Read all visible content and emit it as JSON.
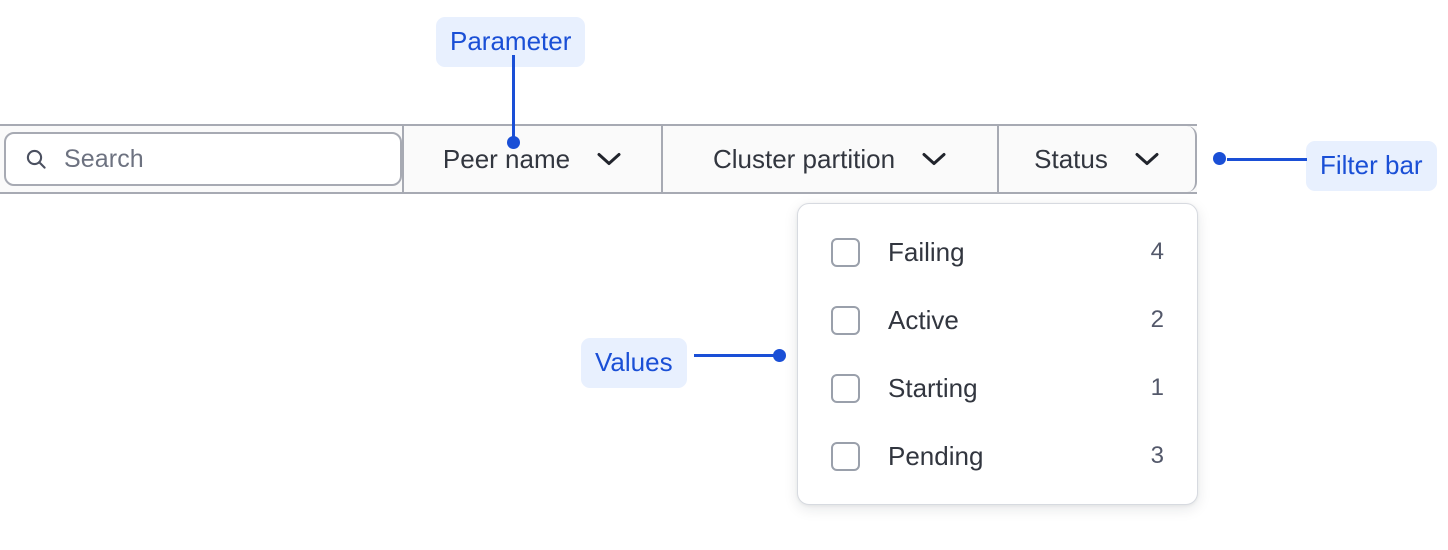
{
  "filter_bar": {
    "search": {
      "icon": "search-icon",
      "placeholder": "Search",
      "value": ""
    },
    "dropdowns": [
      {
        "label": "Peer name",
        "icon": "chevron-down-icon"
      },
      {
        "label": "Cluster partition",
        "icon": "chevron-down-icon"
      },
      {
        "label": "Status",
        "icon": "chevron-down-icon"
      }
    ]
  },
  "values_panel": {
    "open_for": "Status",
    "options": [
      {
        "label": "Failing",
        "count": "4",
        "checked": false
      },
      {
        "label": "Active",
        "count": "2",
        "checked": false
      },
      {
        "label": "Starting",
        "count": "1",
        "checked": false
      },
      {
        "label": "Pending",
        "count": "3",
        "checked": false
      }
    ]
  },
  "annotations": {
    "parameter": "Parameter",
    "values": "Values",
    "filter_bar": "Filter bar"
  },
  "colors": {
    "annotation_text": "#1a4fd6",
    "annotation_bg": "#e8f0fe",
    "border": "#a7aab3",
    "cell_bg": "#fafafa",
    "text": "#32363f",
    "placeholder": "#6d7280"
  }
}
